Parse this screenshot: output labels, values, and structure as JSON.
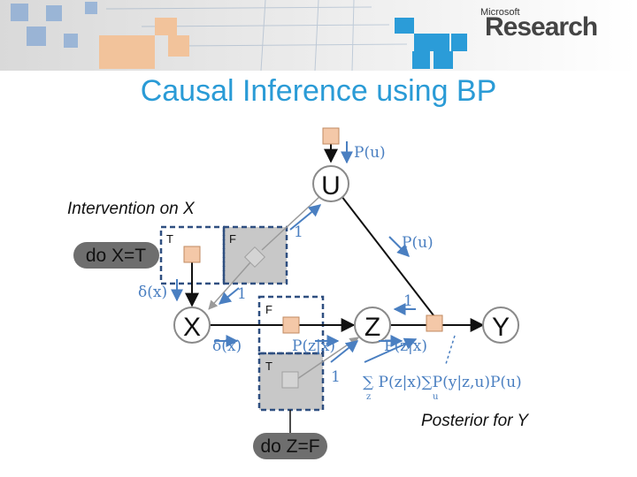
{
  "brand": {
    "small": "Microsoft",
    "large": "Research"
  },
  "title": "Causal Inference using BP",
  "nodes": {
    "u": "U",
    "x": "X",
    "z": "Z",
    "y": "Y"
  },
  "buttons": {
    "do_x": "do X=T",
    "do_z": "do Z=F"
  },
  "annotations": {
    "intervention": "Intervention on X",
    "posterior": "Posterior for Y"
  },
  "gate_labels": {
    "x_true": "T",
    "x_false": "F",
    "z_false": "F",
    "z_true": "T"
  },
  "messages": {
    "p_u_top": "P(u)",
    "p_u_right": "P(u)",
    "one_u": "1",
    "one_x": "1",
    "one_z": "1",
    "one_bottom": "1",
    "delta_left": "δ(x)",
    "delta_below": "δ(x)",
    "p_zx_left": "P(z|x)",
    "p_zx_right": "P(z|x)",
    "formula": "∑ P(z|x)∑P(y|z,u)P(u)",
    "formula_sub_z": "z",
    "formula_sub_u": "u"
  },
  "colors": {
    "accent": "#2a9bd6",
    "arrow": "#4a7fc1",
    "factor": "#f4c8a8",
    "gate_fill": "#c8c8c8",
    "pill": "#6e6e6e"
  }
}
